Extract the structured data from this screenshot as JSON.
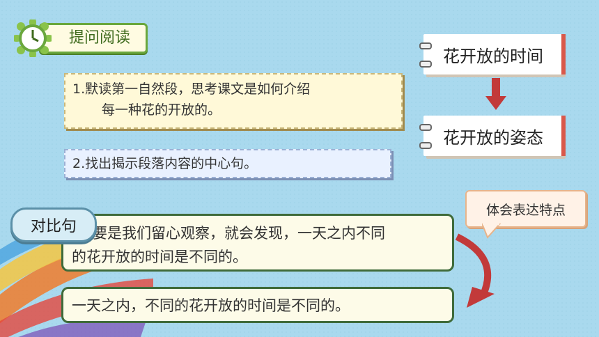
{
  "header": {
    "title": "提问阅读"
  },
  "questions": {
    "q1_line1": "1.默读第一自然段，思考课文是如何介绍",
    "q1_line2": "每一种花的开放的。",
    "q2": "2.找出揭示段落内容的中心句。"
  },
  "cards": {
    "top": "花开放的时间",
    "bottom": "花开放的姿态"
  },
  "speech": {
    "text": "体会表达特点"
  },
  "compare": {
    "label": "对比句",
    "sentence1_line1": "要是我们留心观察，就会发现，一天之内不同",
    "sentence1_line2": "的花开放的时间是不同的。",
    "sentence2": "一天之内，不同的花开放的时间是不同的。"
  },
  "colors": {
    "accent_green": "#6aa73d",
    "arrow_red": "#c23a3a",
    "card_tab": "#d9584a"
  }
}
